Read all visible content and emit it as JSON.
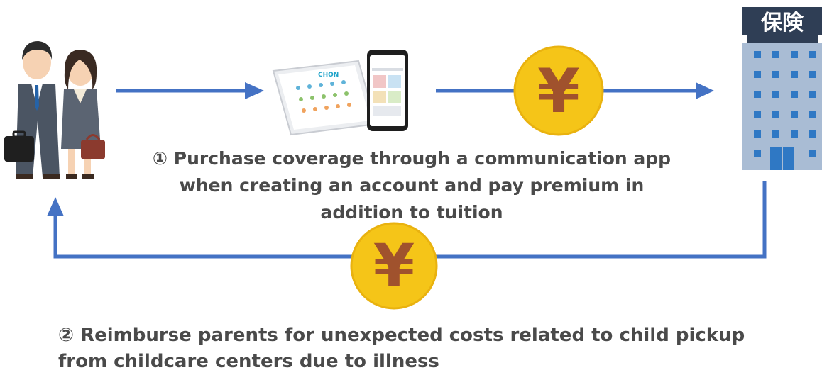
{
  "insurer_sign": "保険",
  "coin_symbol": "¥",
  "app_logo_text": "CHON",
  "step1_lines": [
    "① Purchase coverage through a communication app",
    "when creating an account and pay premium in",
    "addition to tuition"
  ],
  "step2_lines": [
    "② Reimburse parents for unexpected costs related to child pickup",
    "from childcare centers due to illness"
  ],
  "colors": {
    "arrow": "#4472c4",
    "coin": "#f5c518",
    "coin_symbol": "#a0522d",
    "building": "#a9bcd4",
    "sign": "#2f3e55",
    "caption": "#4a4a4a"
  }
}
